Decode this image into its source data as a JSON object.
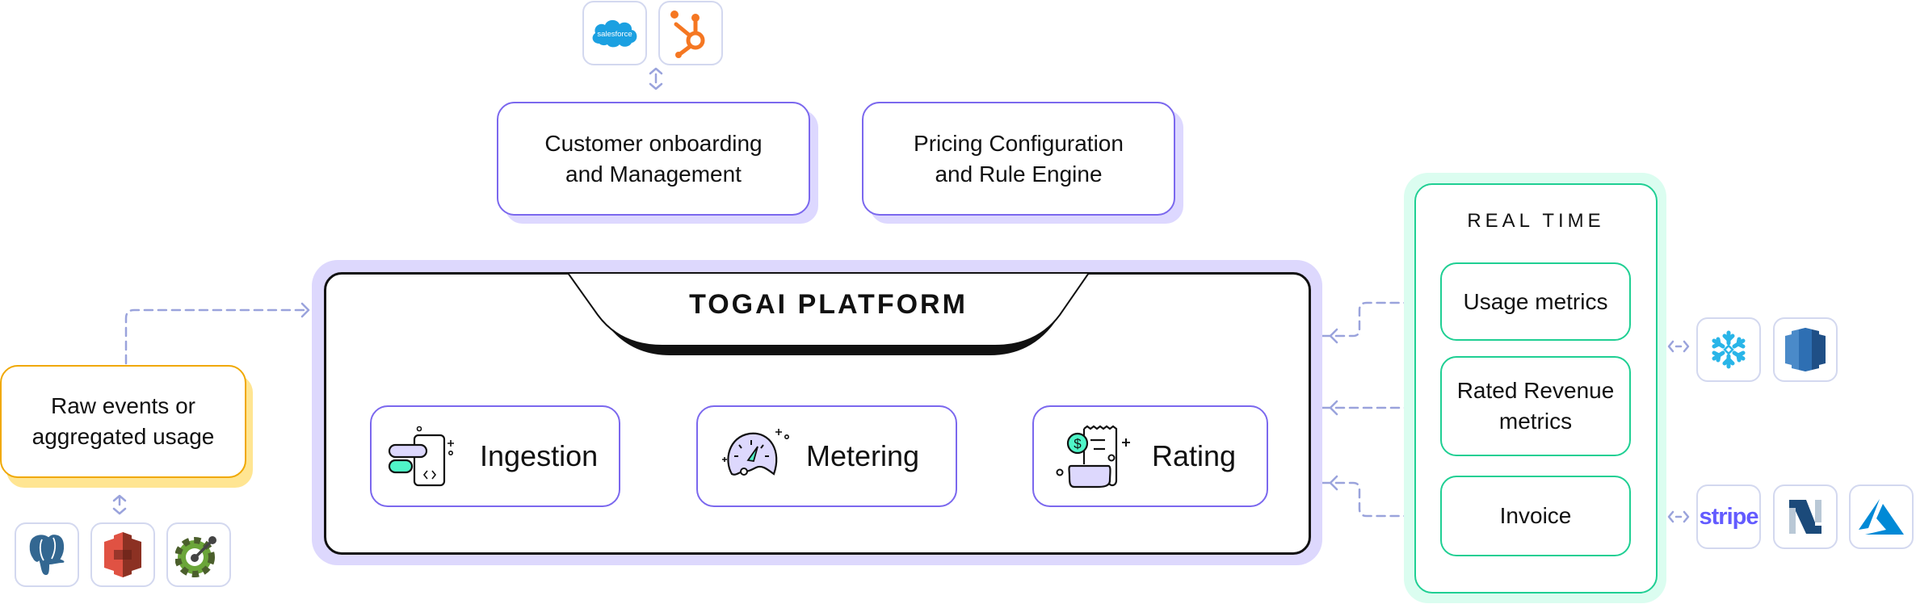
{
  "integrations_top": {
    "logos": [
      {
        "name": "salesforce",
        "label": "salesforce",
        "color": "#1ba0e1"
      },
      {
        "name": "hubspot",
        "color": "#f57722"
      }
    ]
  },
  "top_cards": [
    {
      "line1": "Customer onboarding",
      "line2": "and Management"
    },
    {
      "line1": "Pricing Configuration",
      "line2": "and Rule Engine"
    }
  ],
  "platform": {
    "title": "TOGAI PLATFORM",
    "modules": [
      {
        "label": "Ingestion",
        "icon": "ingestion-icon"
      },
      {
        "label": "Metering",
        "icon": "metering-gauge-icon"
      },
      {
        "label": "Rating",
        "icon": "rating-receipt-icon"
      }
    ]
  },
  "source": {
    "line1": "Raw events or",
    "line2": "aggregated usage",
    "logos": [
      {
        "name": "postgresql",
        "color": "#336791"
      },
      {
        "name": "amazon-s3",
        "color": "#e05243"
      },
      {
        "name": "openapi",
        "color": "#6ba539"
      }
    ]
  },
  "real_time": {
    "heading": "REAL TIME",
    "cards": [
      {
        "line1": "Usage metrics",
        "line2": ""
      },
      {
        "line1": "Rated Revenue",
        "line2": "metrics"
      },
      {
        "line1": "Invoice",
        "line2": ""
      }
    ]
  },
  "destinations": {
    "warehouses": [
      {
        "name": "snowflake",
        "color": "#29b5e8"
      },
      {
        "name": "amazon-redshift",
        "color": "#2e6fb3"
      }
    ],
    "billing": [
      {
        "name": "stripe",
        "label": "stripe",
        "color": "#635bff"
      },
      {
        "name": "netsuite",
        "color": "#1b4a7a"
      },
      {
        "name": "azure",
        "color": "#0089d6"
      }
    ]
  },
  "colors": {
    "connector": "#9aa3dc",
    "platform_accent": "#7b68ee",
    "platform_bg": "#ddd8fd",
    "realtime_accent": "#1fcf93",
    "realtime_bg": "#dbfdf0",
    "source_accent": "#f0a800",
    "source_shadow": "#ffe592"
  }
}
